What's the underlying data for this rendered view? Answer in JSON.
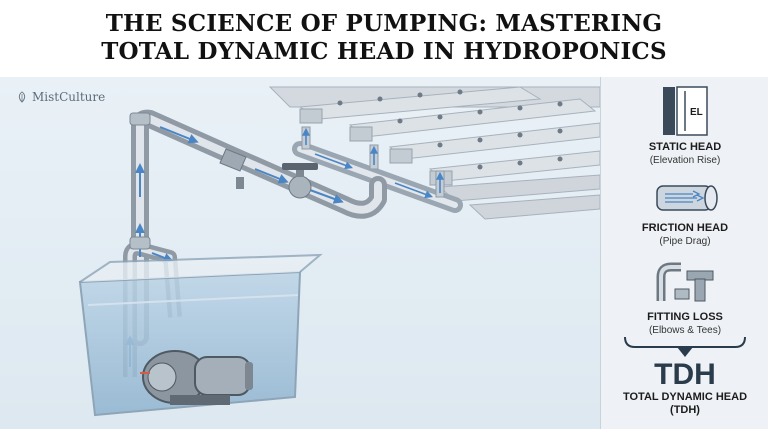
{
  "title": {
    "line1": "THE SCIENCE OF PUMPING: MASTERING",
    "line2": "TOTAL DYNAMIC HEAD IN HYDROPONICS"
  },
  "brand": {
    "name": "MistCulture",
    "icon": "leaf-icon"
  },
  "legend": {
    "static": {
      "icon": "elevation-icon",
      "icon_label": "EL",
      "title": "STATIC HEAD",
      "subtitle": "(Elevation Rise)"
    },
    "friction": {
      "icon": "pipe-friction-icon",
      "title": "FRICTION HEAD",
      "subtitle": "(Pipe Drag)"
    },
    "fitting": {
      "icon": "pipe-fittings-icon",
      "title": "FITTING LOSS",
      "subtitle": "(Elbows & Tees)"
    },
    "total": {
      "abbr_big": "TDH",
      "name": "TOTAL DYNAMIC HEAD",
      "abbr": "(TDH)"
    }
  },
  "colors": {
    "pipe": "#c4cdd6",
    "pipe_dark": "#8f9aa5",
    "flow_arrow": "#4a86c5",
    "water": "#a9c7de",
    "channel": "#d3d9df"
  }
}
